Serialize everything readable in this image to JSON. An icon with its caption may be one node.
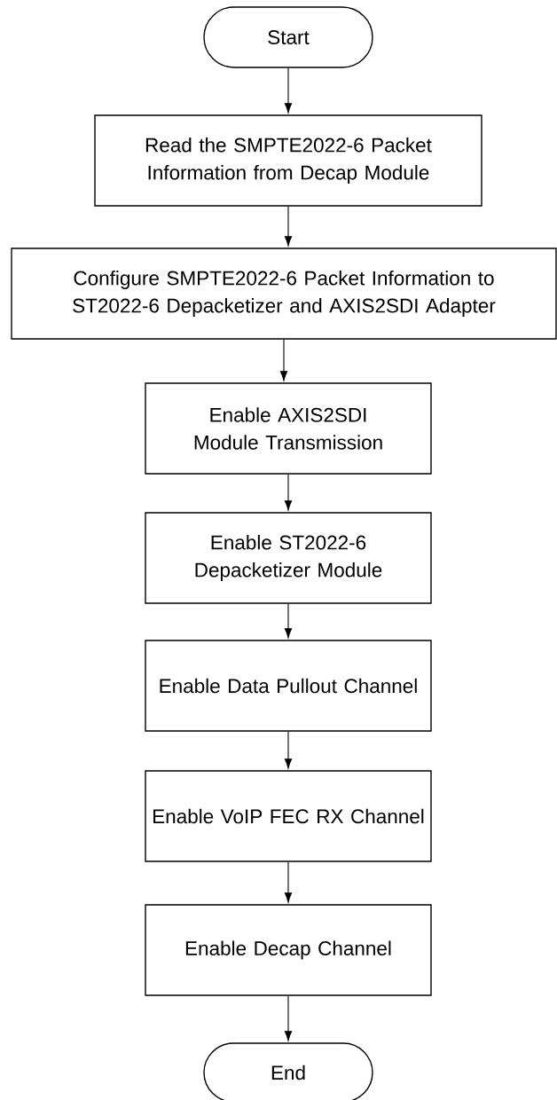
{
  "diagram": {
    "nodes": [
      {
        "text": [
          "Start"
        ]
      },
      {
        "text": [
          "Read the SMPTE2022-6 Packet Information from Decap Module"
        ]
      },
      {
        "text": [
          "Configure SMPTE2022-6 Packet Information to ST2022-6 Depacketizer and AXIS2SDI Adapter"
        ]
      },
      {
        "text": [
          "Enable AXIS2SDI Module Transmission"
        ]
      },
      {
        "text": [
          "Enable ST2022-6 Depacketizer Module"
        ]
      },
      {
        "text": [
          "Enable Data Pullout Channel"
        ]
      },
      {
        "text": [
          "Enable VoIP FEC RX Channel"
        ]
      },
      {
        "text": [
          "Enable Decap Channel"
        ]
      },
      {
        "text": [
          "End"
        ]
      }
    ],
    "edges": [
      {
        "from": 0,
        "to": 1,
        "arrow": "to"
      },
      {
        "from": 1,
        "to": 2,
        "arrow": "to"
      },
      {
        "from": 2,
        "to": 3,
        "arrow": "to"
      },
      {
        "from": 3,
        "to": 4,
        "arrow": "to"
      },
      {
        "from": 4,
        "to": 5,
        "arrow": "to"
      },
      {
        "from": 5,
        "to": 6,
        "arrow": "to"
      },
      {
        "from": 6,
        "to": 7,
        "arrow": "to"
      },
      {
        "from": 7,
        "to": 8,
        "arrow": "to"
      }
    ]
  }
}
